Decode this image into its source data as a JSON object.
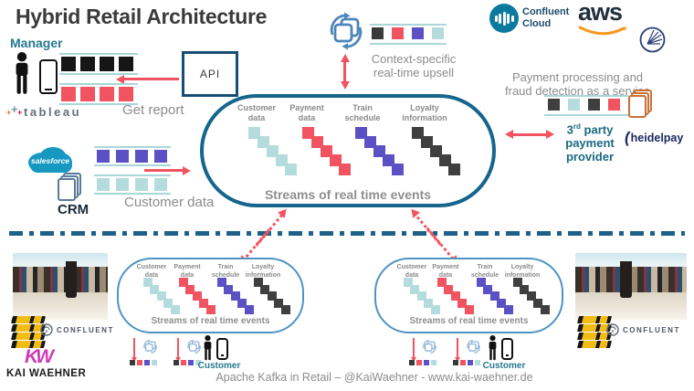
{
  "title": "Hybrid Retail Architecture",
  "footer": "Apache Kafka in Retail – @KaiWaehner - www.kai-waehner.de",
  "manager": {
    "label": "Manager",
    "action": "Get report"
  },
  "customer": {
    "label": "Customer"
  },
  "api_label": "API",
  "upsell_label": "Context-specific real-time upsell",
  "payment_service": {
    "title": "Payment processing and fraud detection as a service",
    "provider_num": "3",
    "provider_sup": "rd",
    "provider_line1_rest": " party",
    "provider_line2": "payment",
    "provider_line3": "provider"
  },
  "crm": {
    "label": "CRM",
    "stream_label": "Customer data"
  },
  "logos": {
    "tableau": "tableau",
    "salesforce": "salesforce",
    "confluent_cloud": "Confluent Cloud",
    "aws": "aws",
    "heidelpay": "heidelpay",
    "confluent": "CONFLUENT",
    "kw": "KW",
    "kai_waehner": "KAI WAEHNER"
  },
  "icons": {
    "heidelpay_mark": "("
  },
  "colors": {
    "accent_red": "#f25360",
    "main_cluster_border": "#15658d",
    "edge_cluster_border": "#4d94c4",
    "stream_line_teal": "#a9d6d9",
    "separator_blue": "#1d6089"
  },
  "clusters": {
    "main": {
      "caption": "Streams of real time events",
      "topics": [
        {
          "label": "Customer data",
          "color": "#b5dcdc"
        },
        {
          "label": "Payment data",
          "color": "#f25360"
        },
        {
          "label": "Train schedule",
          "color": "#5b51c5"
        },
        {
          "label": "Loyalty information",
          "color": "#3f3f3f"
        }
      ]
    },
    "edge": {
      "caption": "Streams of real time events",
      "topics": [
        {
          "label": "Customer data",
          "color": "#b5dcdc"
        },
        {
          "label": "Payment data",
          "color": "#f25360"
        },
        {
          "label": "Train schedule",
          "color": "#5b51c5"
        },
        {
          "label": "Loyalty information",
          "color": "#3f3f3f"
        }
      ]
    }
  },
  "streams": {
    "manager_black": [
      "#161616",
      "#161616",
      "#161616",
      "#161616"
    ],
    "manager_red": [
      "#f25360",
      "#f25360",
      "#f25360",
      "#f25360"
    ],
    "upsell": [
      "#3a3a3a",
      "#f25360",
      "#5b51c5",
      "#b5dcdc"
    ],
    "crm_purple": [
      "#5b51c5",
      "#5b51c5",
      "#5b51c5",
      "#5b51c5"
    ],
    "crm_teal": [
      "#b5dcdc",
      "#b5dcdc",
      "#b5dcdc",
      "#b5dcdc"
    ],
    "payment": [
      "#3f3f3f",
      "#b5dcdc",
      "#3f3f3f",
      "#f25360"
    ],
    "mini": [
      "#3a3a3a",
      "#f25360",
      "#5b51c5",
      "#b5dcdc"
    ]
  }
}
